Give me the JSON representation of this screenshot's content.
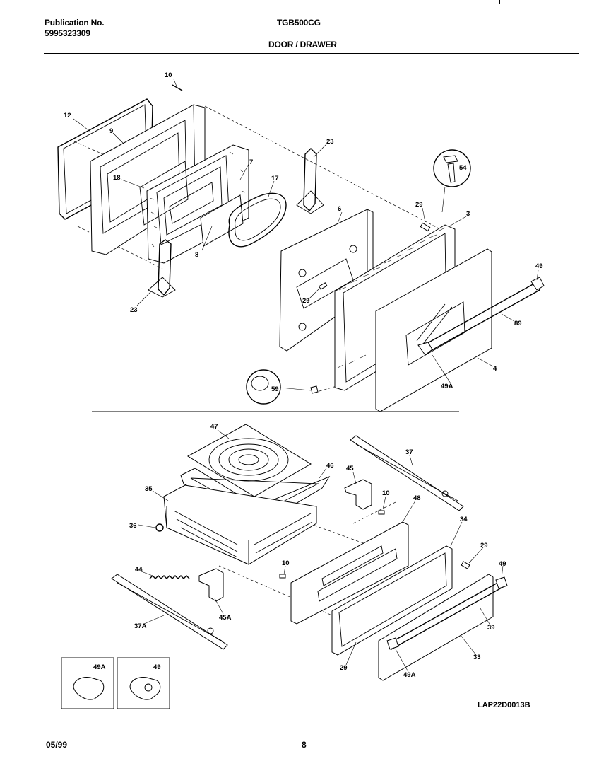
{
  "header": {
    "publication_label": "Publication No.",
    "publication_number": "5995323309",
    "model": "TGB500CG",
    "section_title": "DOOR / DRAWER"
  },
  "footer": {
    "date": "05/99",
    "page": "8",
    "drawing_code": "LAP22D0013B"
  },
  "door_callouts": [
    "10",
    "12",
    "9",
    "18",
    "7",
    "17",
    "8",
    "23",
    "23",
    "6",
    "29",
    "29",
    "3",
    "54",
    "49",
    "89",
    "4",
    "49A",
    "59"
  ],
  "drawer_callouts": [
    "47",
    "46",
    "35",
    "36",
    "37",
    "45",
    "10",
    "48",
    "34",
    "29",
    "49",
    "44",
    "10",
    "45A",
    "37A",
    "39",
    "33",
    "29",
    "49A"
  ],
  "inset_callouts": [
    "49A",
    "49"
  ]
}
